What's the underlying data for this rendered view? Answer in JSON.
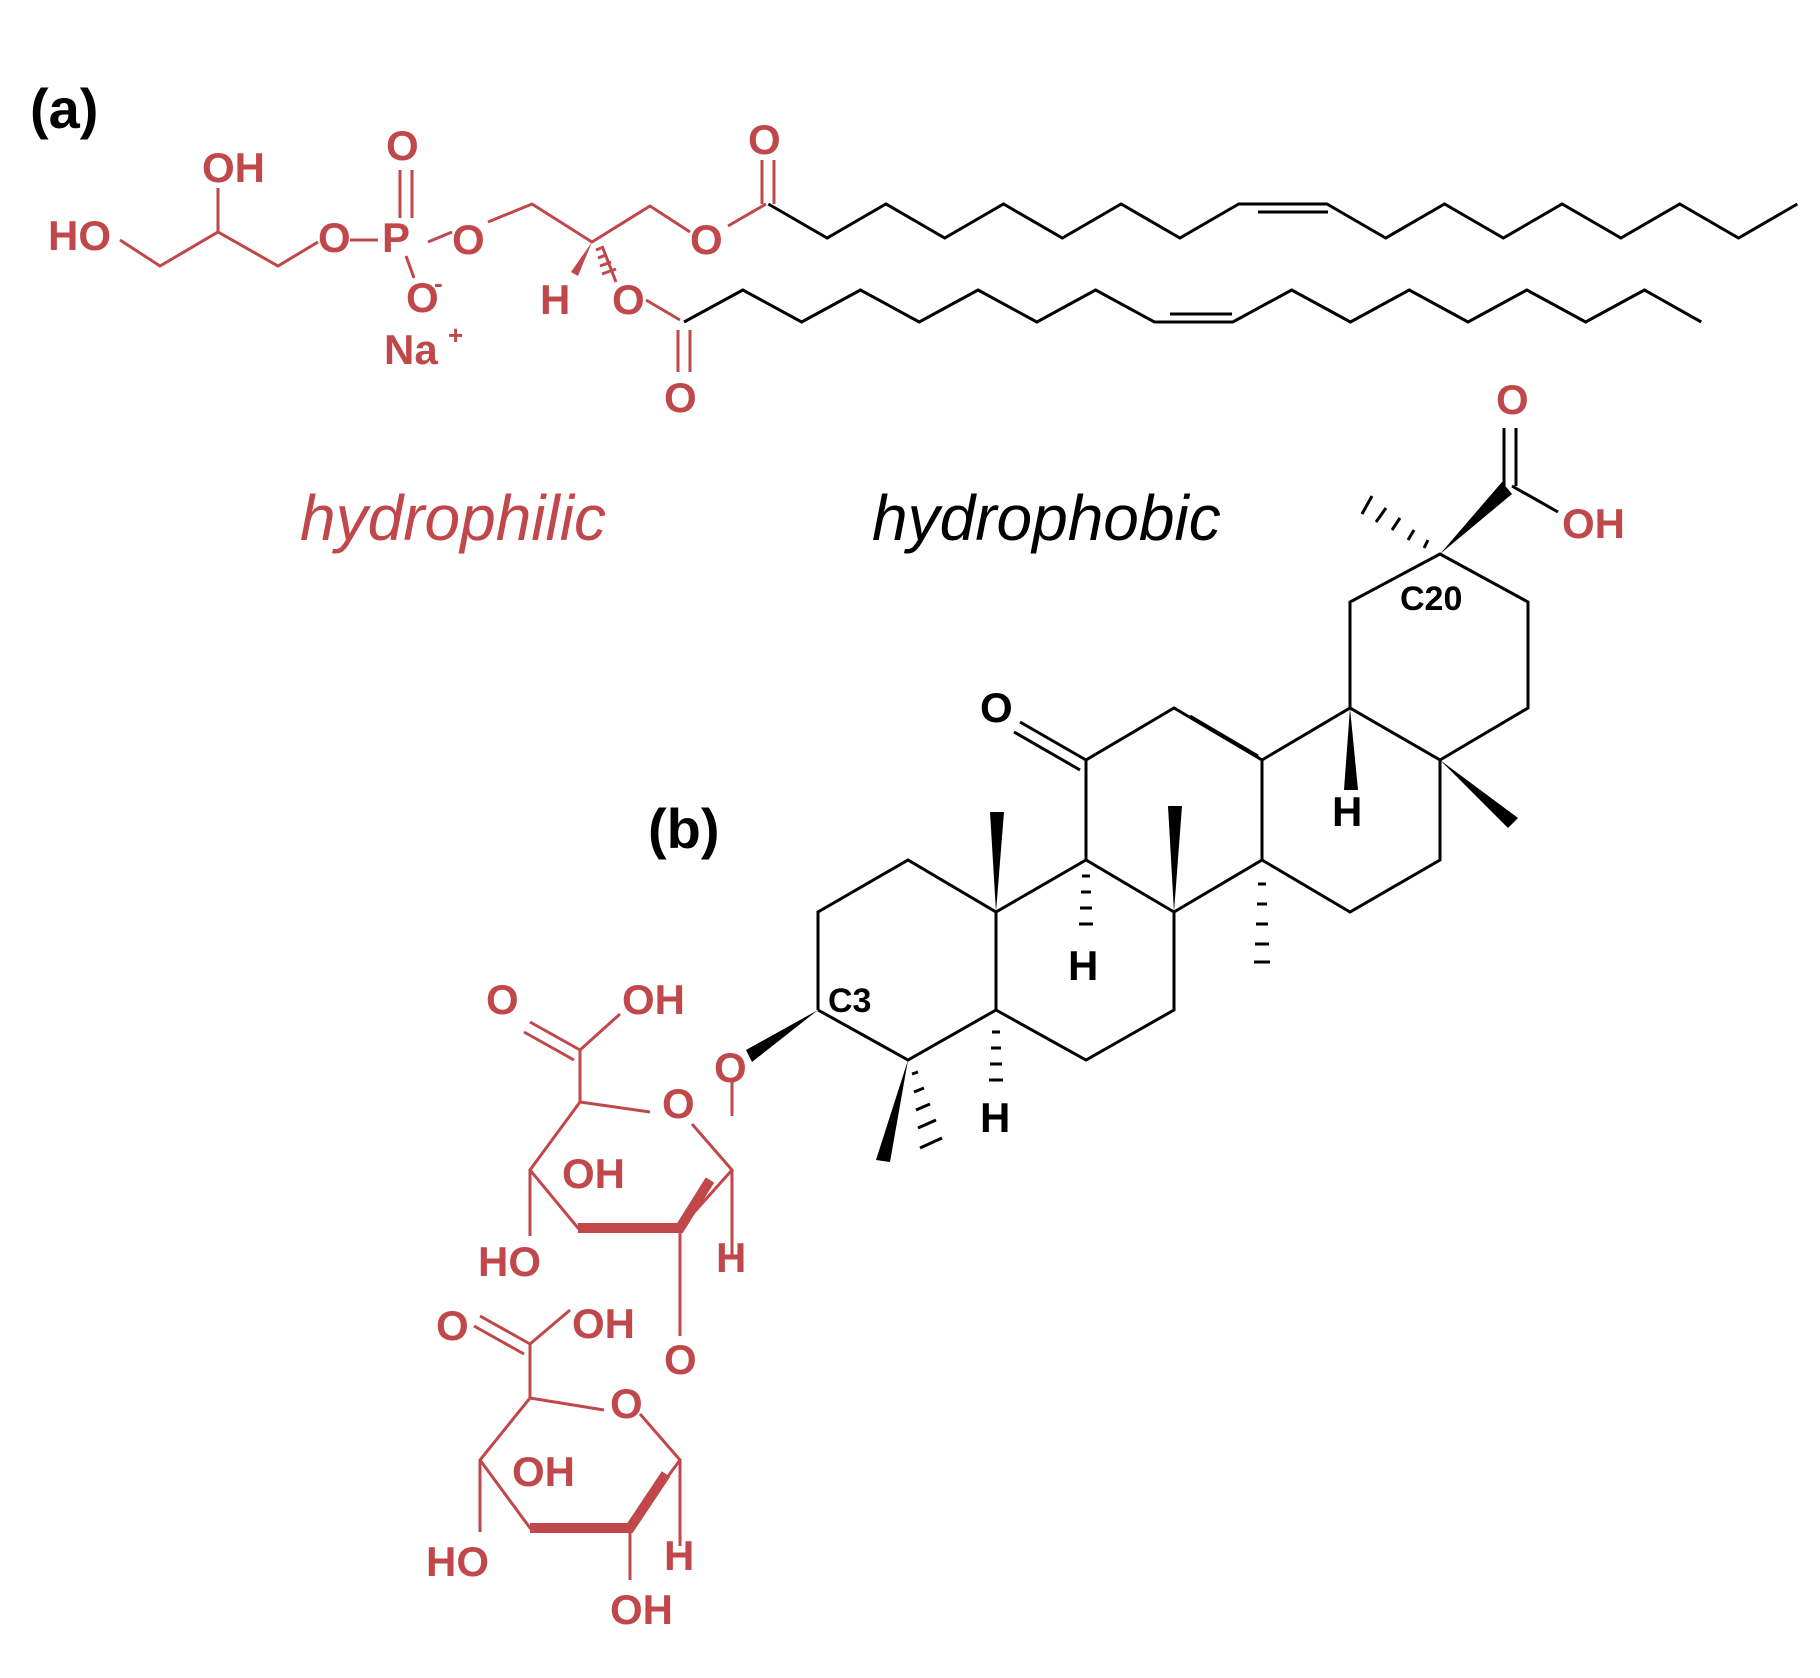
{
  "colors": {
    "hydrophilic": "#c0474a",
    "hydrophobic": "#000000"
  },
  "panels": {
    "a": "(a)",
    "b": "(b)"
  },
  "regions": {
    "hydrophilic": "hydrophilic",
    "hydrophobic": "hydrophobic"
  },
  "atoms": {
    "OH": "OH",
    "HO": "HO",
    "O": "O",
    "P": "P",
    "Na": "Na",
    "plus": "+",
    "minus": "-",
    "H": "H",
    "C3": "C3",
    "C20": "C20"
  }
}
